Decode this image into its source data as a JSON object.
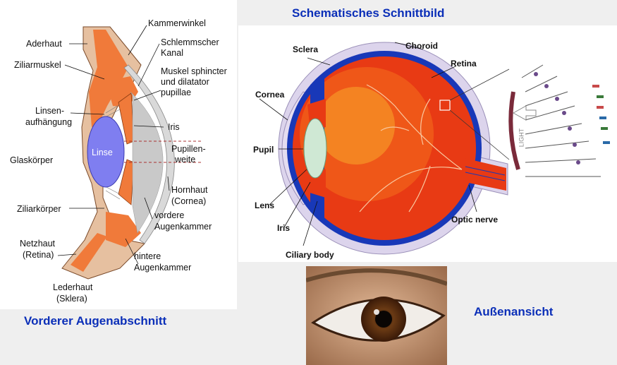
{
  "titles": {
    "schematic": "Schematisches Schnittbild",
    "anterior": "Vorderer Augenabschnitt",
    "exterior": "Außenansicht"
  },
  "left_labels": {
    "aderhaut": "Aderhaut",
    "kammerwinkel": "Kammerwinkel",
    "schlemm1": "Schlemmscher",
    "schlemm2": "Kanal",
    "ziliarmuskel": "Ziliarmuskel",
    "muskel1": "Muskel sphincter",
    "muskel2": "und dilatator",
    "muskel3": "pupillae",
    "linsen1": "Linsen-",
    "linsen2": "aufhängung",
    "iris": "Iris",
    "pupillen1": "Pupillen-",
    "pupillen2": "weite",
    "linse": "Linse",
    "glaskoerper": "Glaskörper",
    "hornhaut1": "Hornhaut",
    "hornhaut2": "(Cornea)",
    "ziliarkoerper": "Ziliarkörper",
    "vordere1": "vordere",
    "vordere2": "Augenkammer",
    "netzhaut1": "Netzhaut",
    "netzhaut2": "(Retina)",
    "hintere1": "hintere",
    "hintere2": "Augenkammer",
    "lederhaut1": "Lederhaut",
    "lederhaut2": "(Sklera)"
  },
  "right_labels": {
    "sclera": "Sclera",
    "choroid": "Choroid",
    "retina": "Retina",
    "cornea": "Cornea",
    "pupil": "Pupil",
    "lens": "Lens",
    "iris": "Iris",
    "ciliary": "Ciliary body",
    "optic": "Optic nerve",
    "light": "LIGHT"
  },
  "colors": {
    "title_blue": "#0b2fb8",
    "lens_blue": "#7f7ef0",
    "tissue_orange": "#f07a3a",
    "eye_red": "#e83a14",
    "choroid_blue": "#1838b8",
    "sclera_lilac": "#dcd4ec"
  }
}
